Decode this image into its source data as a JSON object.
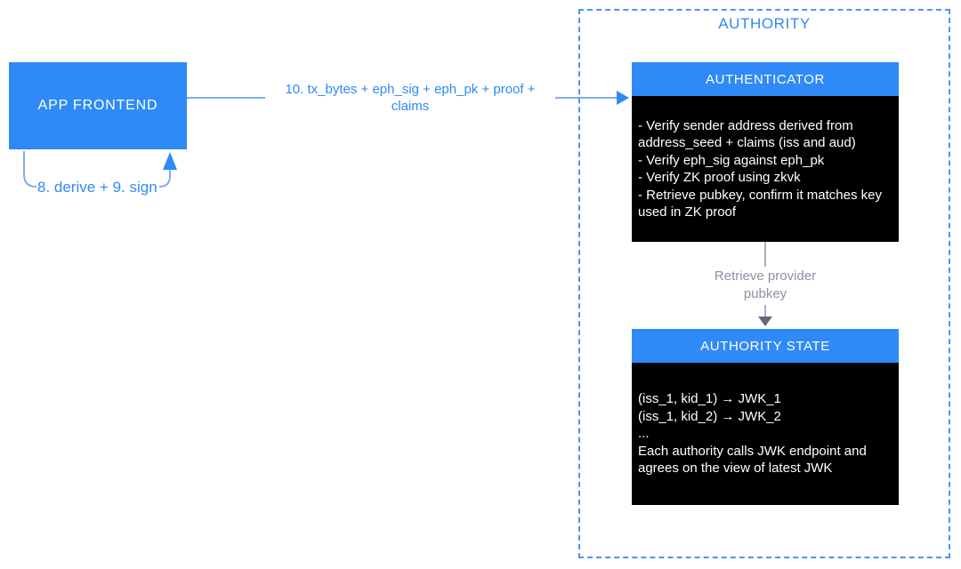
{
  "app_frontend": {
    "label": "APP FRONTEND"
  },
  "arrows": {
    "derive_sign_label": "8. derive + 9. sign",
    "tx_submit_label": "10. tx_bytes + eph_sig + eph_pk + proof + claims",
    "retrieve_pubkey_label": "Retrieve provider pubkey"
  },
  "authority": {
    "label": "AUTHORITY",
    "authenticator": {
      "title": "AUTHENTICATOR",
      "lines": [
        "- Verify sender address derived from address_seed + claims (iss and aud)",
        "- Verify eph_sig against eph_pk",
        "- Verify ZK proof using zkvk",
        "- Retrieve pubkey, confirm it matches key used in ZK proof"
      ]
    },
    "authority_state": {
      "title": "AUTHORITY STATE",
      "lines": [
        "(iss_1, kid_1) → JWK_1",
        "(iss_1, kid_2) → JWK_2",
        "...",
        "Each authority calls JWK endpoint and agrees on the view of latest JWK"
      ]
    }
  },
  "colors": {
    "node_blue": "#2F8AF7",
    "arrow_light_blue": "#7FAEF0",
    "dashed_border_blue": "#4D94F2",
    "gray_line": "#A9B0BA",
    "gray_text": "#8B93A2",
    "gray_arrowhead": "#5F6B7A",
    "node_body_black": "#000000",
    "node_text_white": "#FFFFFF"
  }
}
